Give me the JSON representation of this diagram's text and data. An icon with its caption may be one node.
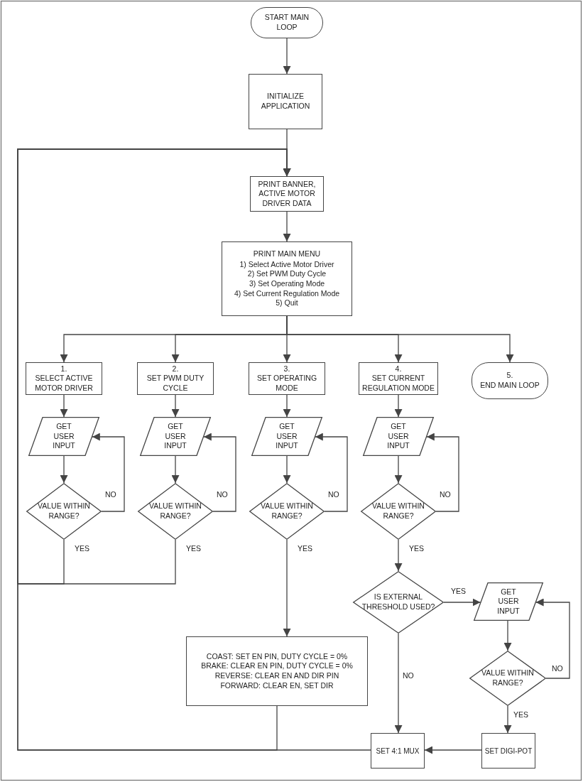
{
  "diagram": {
    "nodes": [
      {
        "text": [
          "START MAIN LOOP"
        ]
      },
      {
        "text": [
          "INITIALIZE APPLICATION"
        ]
      },
      {
        "text": [
          "PRINT BANNER, ACTIVE MOTOR DRIVER DATA"
        ]
      },
      {
        "text": [
          "PRINT MAIN MENU",
          "1) Select Active Motor Driver",
          "2) Set PWM Duty Cycle",
          "3) Set Operating Mode",
          "4) Set Current Regulation Mode",
          "5) Quit"
        ]
      },
      {
        "text": [
          "1.",
          "SELECT ACTIVE MOTOR DRIVER"
        ]
      },
      {
        "text": [
          "2.",
          "SET PWM DUTY CYCLE"
        ]
      },
      {
        "text": [
          "3.",
          "SET OPERATING MODE"
        ]
      },
      {
        "text": [
          "4.",
          "SET CURRENT REGULATION MODE"
        ]
      },
      {
        "text": [
          "5.",
          "END MAIN LOOP"
        ]
      },
      {
        "text": [
          "GET USER INPUT"
        ]
      },
      {
        "text": [
          "VALUE WITHIN RANGE?"
        ]
      },
      {
        "text": [
          "GET USER INPUT"
        ]
      },
      {
        "text": [
          "VALUE WITHIN RANGE?"
        ]
      },
      {
        "text": [
          "GET USER INPUT"
        ]
      },
      {
        "text": [
          "VALUE WITHIN RANGE?"
        ]
      },
      {
        "text": [
          "GET USER INPUT"
        ]
      },
      {
        "text": [
          "VALUE WITHIN RANGE?"
        ]
      },
      {
        "text": [
          "IS EXTERNAL THRESHOLD USED?"
        ]
      },
      {
        "text": [
          "GET USER INPUT"
        ]
      },
      {
        "text": [
          "VALUE WITHIN RANGE?"
        ]
      },
      {
        "text": [
          "COAST: SET EN PIN, DUTY CYCLE = 0%",
          "BRAKE: CLEAR EN PIN, DUTY CYCLE = 0%",
          "REVERSE: CLEAR EN AND DIR PIN",
          "FORWARD: CLEAR EN, SET DIR"
        ]
      },
      {
        "text": [
          "SET 4:1 MUX"
        ]
      },
      {
        "text": [
          "SET DIGI-POT"
        ]
      }
    ],
    "edges": [
      {
        "from": 0,
        "to": 1,
        "arrow": "to"
      },
      {
        "from": 1,
        "to": 2,
        "arrow": "to"
      },
      {
        "from": 2,
        "to": 3,
        "arrow": "to"
      },
      {
        "from": 3,
        "to": 4,
        "arrow": "to"
      },
      {
        "from": 3,
        "to": 5,
        "arrow": "to"
      },
      {
        "from": 3,
        "to": 6,
        "arrow": "to"
      },
      {
        "from": 3,
        "to": 7,
        "arrow": "to"
      },
      {
        "from": 3,
        "to": 8,
        "arrow": "to"
      },
      {
        "from": 4,
        "to": 9,
        "arrow": "to"
      },
      {
        "from": 9,
        "to": 10,
        "arrow": "to"
      },
      {
        "from": 10,
        "to": 9,
        "label": "NO",
        "arrow": "to"
      },
      {
        "from": 10,
        "to": 2,
        "label": "YES",
        "arrow": "to"
      },
      {
        "from": 5,
        "to": 11,
        "arrow": "to"
      },
      {
        "from": 11,
        "to": 12,
        "arrow": "to"
      },
      {
        "from": 12,
        "to": 11,
        "label": "NO",
        "arrow": "to"
      },
      {
        "from": 12,
        "to": 2,
        "label": "YES",
        "arrow": "to"
      },
      {
        "from": 6,
        "to": 13,
        "arrow": "to"
      },
      {
        "from": 13,
        "to": 14,
        "arrow": "to"
      },
      {
        "from": 14,
        "to": 13,
        "label": "NO",
        "arrow": "to"
      },
      {
        "from": 14,
        "to": 20,
        "label": "YES",
        "arrow": "to"
      },
      {
        "from": 7,
        "to": 15,
        "arrow": "to"
      },
      {
        "from": 15,
        "to": 16,
        "arrow": "to"
      },
      {
        "from": 16,
        "to": 15,
        "label": "NO",
        "arrow": "to"
      },
      {
        "from": 16,
        "to": 17,
        "label": "YES",
        "arrow": "to"
      },
      {
        "from": 17,
        "to": 18,
        "label": "YES",
        "arrow": "to"
      },
      {
        "from": 17,
        "to": 21,
        "label": "NO",
        "arrow": "to"
      },
      {
        "from": 18,
        "to": 19,
        "arrow": "to"
      },
      {
        "from": 19,
        "to": 18,
        "label": "NO",
        "arrow": "to"
      },
      {
        "from": 19,
        "to": 22,
        "label": "YES",
        "arrow": "to"
      },
      {
        "from": 22,
        "to": 21,
        "arrow": "to"
      },
      {
        "from": 20,
        "to": 2,
        "arrow": "to"
      },
      {
        "from": 21,
        "to": 2,
        "arrow": "to"
      }
    ]
  }
}
